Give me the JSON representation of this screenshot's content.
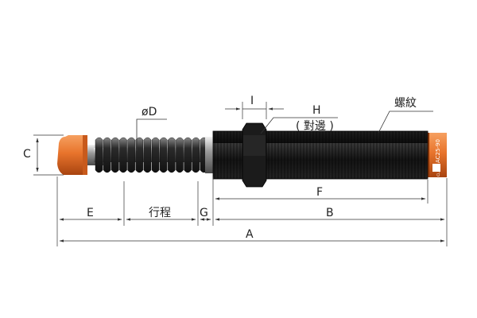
{
  "labels": {
    "A": "A",
    "B": "B",
    "C": "C",
    "D": "øD",
    "E": "E",
    "F": "F",
    "G": "G",
    "H": "H",
    "H_sub": "( 對邊 )",
    "I": "I",
    "stroke": "行程",
    "thread": "螺紋"
  },
  "body_marking": {
    "model": "AC25-90",
    "brand": "CLL"
  },
  "colors": {
    "orange": "#e8742c",
    "body": "#1a1a1a",
    "steel": "#b8b8b8"
  }
}
